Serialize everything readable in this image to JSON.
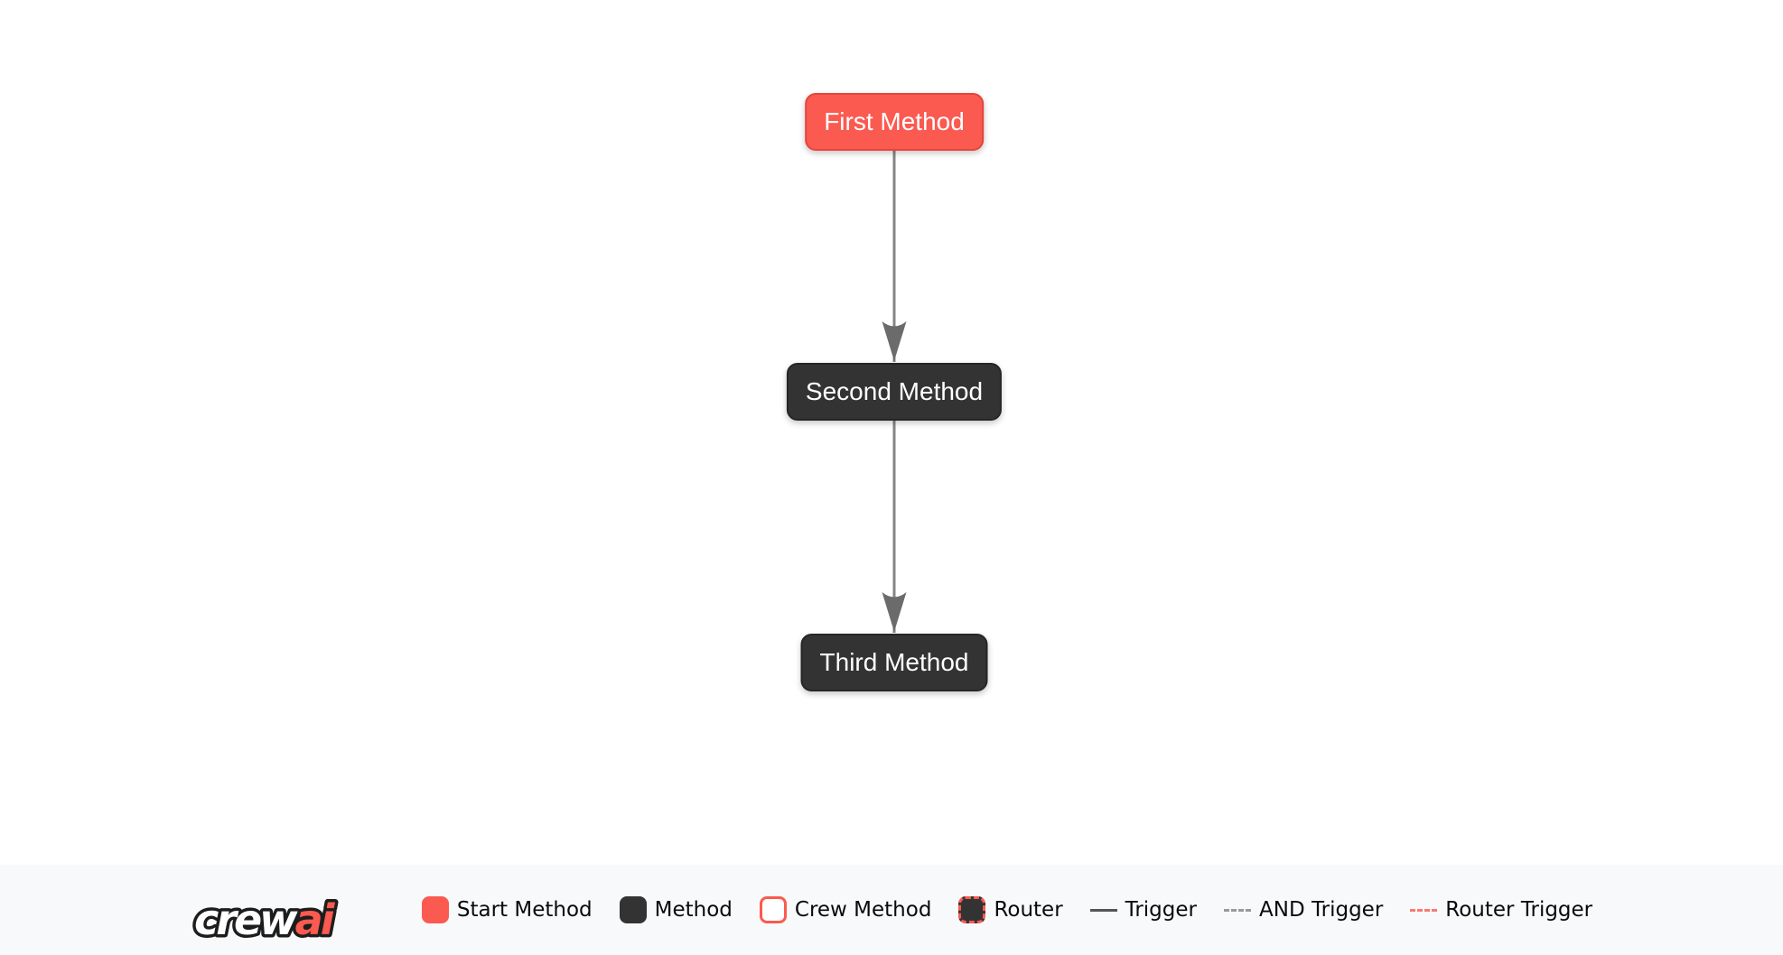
{
  "flow": {
    "nodes": [
      {
        "label": "First Method",
        "type": "start-method"
      },
      {
        "label": "Second Method",
        "type": "method"
      },
      {
        "label": "Third Method",
        "type": "method"
      }
    ],
    "edges": [
      {
        "from": "First Method",
        "to": "Second Method",
        "type": "trigger"
      },
      {
        "from": "Second Method",
        "to": "Third Method",
        "type": "trigger"
      }
    ]
  },
  "colors": {
    "start_method_fill": "#fb5a50",
    "start_method_border": "#e4453b",
    "method_fill": "#333333",
    "edge": "#757575",
    "footer_background": "#f8f9fa",
    "canvas_background": "#ffffff"
  },
  "footer": {
    "brand": {
      "crew": "crew",
      "ai": "ai"
    },
    "legend": [
      {
        "label": "Start Method",
        "swatch": "start"
      },
      {
        "label": "Method",
        "swatch": "method"
      },
      {
        "label": "Crew Method",
        "swatch": "crew"
      },
      {
        "label": "Router",
        "swatch": "router"
      },
      {
        "label": "Trigger",
        "swatch": "line-solid"
      },
      {
        "label": "AND Trigger",
        "swatch": "line-dashed"
      },
      {
        "label": "Router Trigger",
        "swatch": "line-dashed-red"
      }
    ]
  }
}
